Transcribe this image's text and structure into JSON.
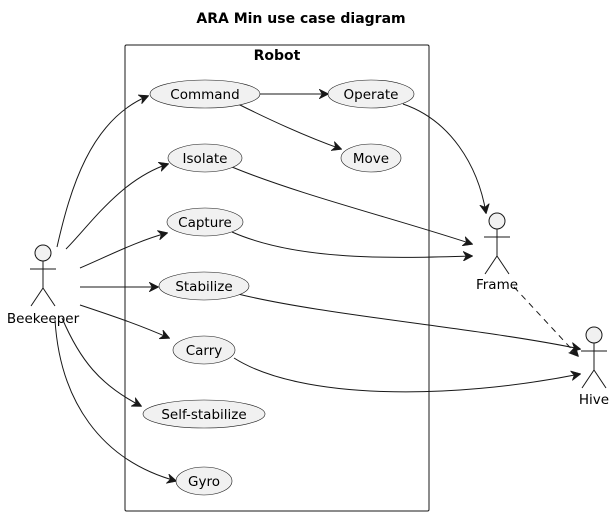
{
  "diagram": {
    "title": "ARA Min use case diagram",
    "system_label": "Robot",
    "actors": {
      "beekeeper": "Beekeeper",
      "frame": "Frame",
      "hive": "Hive"
    },
    "usecases": {
      "command": "Command",
      "operate": "Operate",
      "isolate": "Isolate",
      "move": "Move",
      "capture": "Capture",
      "stabilize": "Stabilize",
      "carry": "Carry",
      "self_stabilize": "Self-stabilize",
      "gyro": "Gyro"
    },
    "relations": [
      {
        "from": "Beekeeper",
        "to": "Command"
      },
      {
        "from": "Beekeeper",
        "to": "Isolate"
      },
      {
        "from": "Beekeeper",
        "to": "Capture"
      },
      {
        "from": "Beekeeper",
        "to": "Stabilize"
      },
      {
        "from": "Beekeeper",
        "to": "Carry"
      },
      {
        "from": "Beekeeper",
        "to": "Self-stabilize"
      },
      {
        "from": "Beekeeper",
        "to": "Gyro"
      },
      {
        "from": "Command",
        "to": "Operate"
      },
      {
        "from": "Command",
        "to": "Move"
      },
      {
        "from": "Operate",
        "to": "Frame"
      },
      {
        "from": "Isolate",
        "to": "Frame"
      },
      {
        "from": "Capture",
        "to": "Frame"
      },
      {
        "from": "Stabilize",
        "to": "Hive"
      },
      {
        "from": "Carry",
        "to": "Hive"
      },
      {
        "from": "Frame",
        "to": "Hive",
        "style": "dashed"
      }
    ]
  }
}
